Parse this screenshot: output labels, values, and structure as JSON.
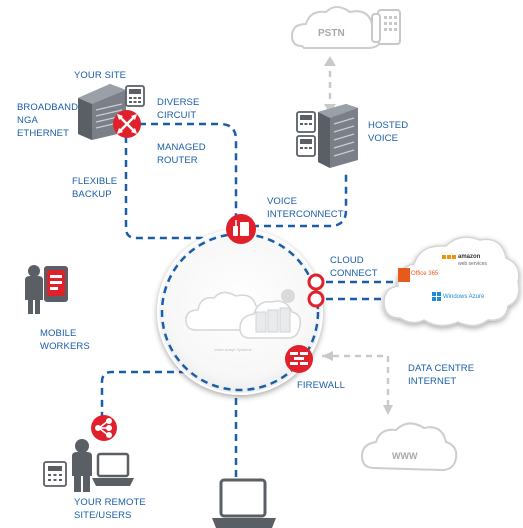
{
  "labels": {
    "your_site": "YOUR SITE",
    "broadband": "BROADBAND",
    "nga": "NGA",
    "ethernet": "ETHERNET",
    "diverse": "DIVERSE",
    "circuit": "CIRCUIT",
    "managed": "MANAGED",
    "router": "ROUTER",
    "flexible": "FLEXIBLE",
    "backup": "BACKUP",
    "voice": "VOICE",
    "interconnect": "INTERCONNECT",
    "hosted": "HOSTED",
    "hosted_voice": "VOICE",
    "cloud": "CLOUD",
    "connect": "CONNECT",
    "mobile": "MOBILE",
    "workers": "WORKERS",
    "firewall": "FIREWALL",
    "data_centre": "DATA CENTRE",
    "internet": "INTERNET",
    "your_remote": "YOUR REMOTE",
    "site_users": "SITE/USERS",
    "pstn": "PSTN",
    "www": "WWW",
    "office365": "Office 365",
    "windows_azure": "Windows Azure",
    "amazon": "amazon",
    "web_services": "web services",
    "hub_caption": "Voice Adapt Systems"
  },
  "colors": {
    "blue": "#1a5ea8",
    "red": "#e0202a",
    "grey": "#c8c8c8",
    "dark_grey": "#5a5f66"
  }
}
